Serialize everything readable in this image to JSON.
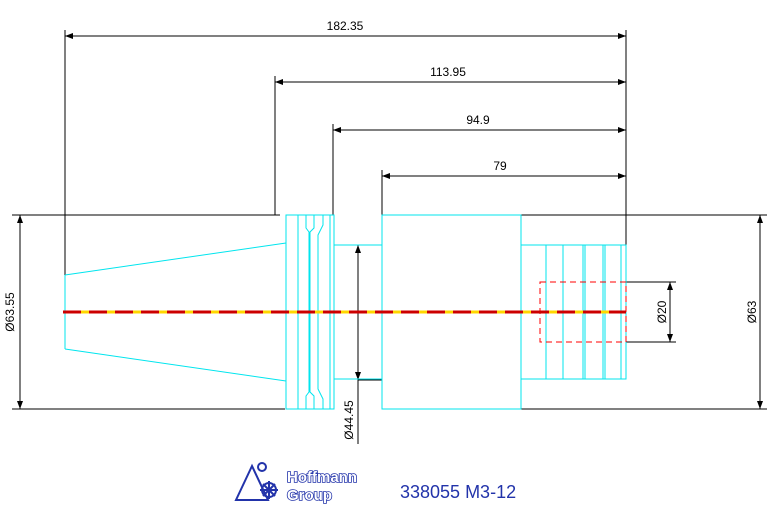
{
  "dimensions": {
    "overall_length": "182.35",
    "length_flange": "113.95",
    "length_groove": "94.9",
    "length_body": "79",
    "dia_left": "Ø63.55",
    "dia_right": "Ø63",
    "dia_neck": "Ø44.45",
    "dia_bore": "Ø20"
  },
  "logo": {
    "line1": "Hoffmann",
    "line2": "Group"
  },
  "part_number": "338055 M3-12",
  "colors": {
    "outline": "#00e5ee",
    "dimension": "#000000",
    "centerline_dash": "#cc0000",
    "centerline_solid": "#ffd700",
    "hidden_line": "#ff0000",
    "brand": "#2233aa"
  }
}
